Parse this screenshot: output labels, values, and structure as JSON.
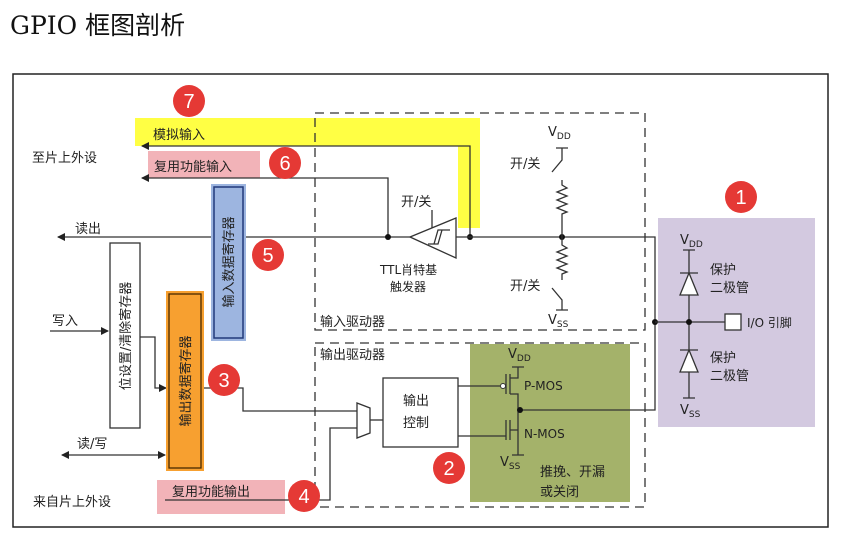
{
  "title": "GPIO 框图剖析",
  "colors": {
    "analog": "#ffff44",
    "alt": "#f2b3b8",
    "input_reg": "#9db5e0",
    "output_reg": "#f7a030",
    "pin": "#d3c9e0",
    "mos": "#a4b26a",
    "badge": "#e53935"
  },
  "labels": {
    "to_peripheral": "至片上外设",
    "from_peripheral": "来自片上外设",
    "analog_input": "模拟输入",
    "alt_input": "复用功能输入",
    "alt_output": "复用功能输出",
    "read_out": "读出",
    "write_in": "写入",
    "read_write": "读/写",
    "bsrr": "位设置/清除寄存器",
    "idr": "输入数据寄存器",
    "odr": "输出数据寄存器",
    "on_off": "开/关",
    "ttl1": "TTL肖特基",
    "ttl2": "触发器",
    "input_driver": "输入驱动器",
    "output_driver": "输出驱动器",
    "out_ctrl1": "输出",
    "out_ctrl2": "控制",
    "vdd": "V",
    "vdd_sub": "DD",
    "vss": "V",
    "vss_sub": "SS",
    "pmos": "P-MOS",
    "nmos": "N-MOS",
    "mode1": "推挽、开漏",
    "mode2": "或关闭",
    "protect1": "保护",
    "protect2": "二极管",
    "io_pin": "I/O 引脚"
  },
  "badges": [
    "1",
    "2",
    "3",
    "4",
    "5",
    "6",
    "7"
  ]
}
